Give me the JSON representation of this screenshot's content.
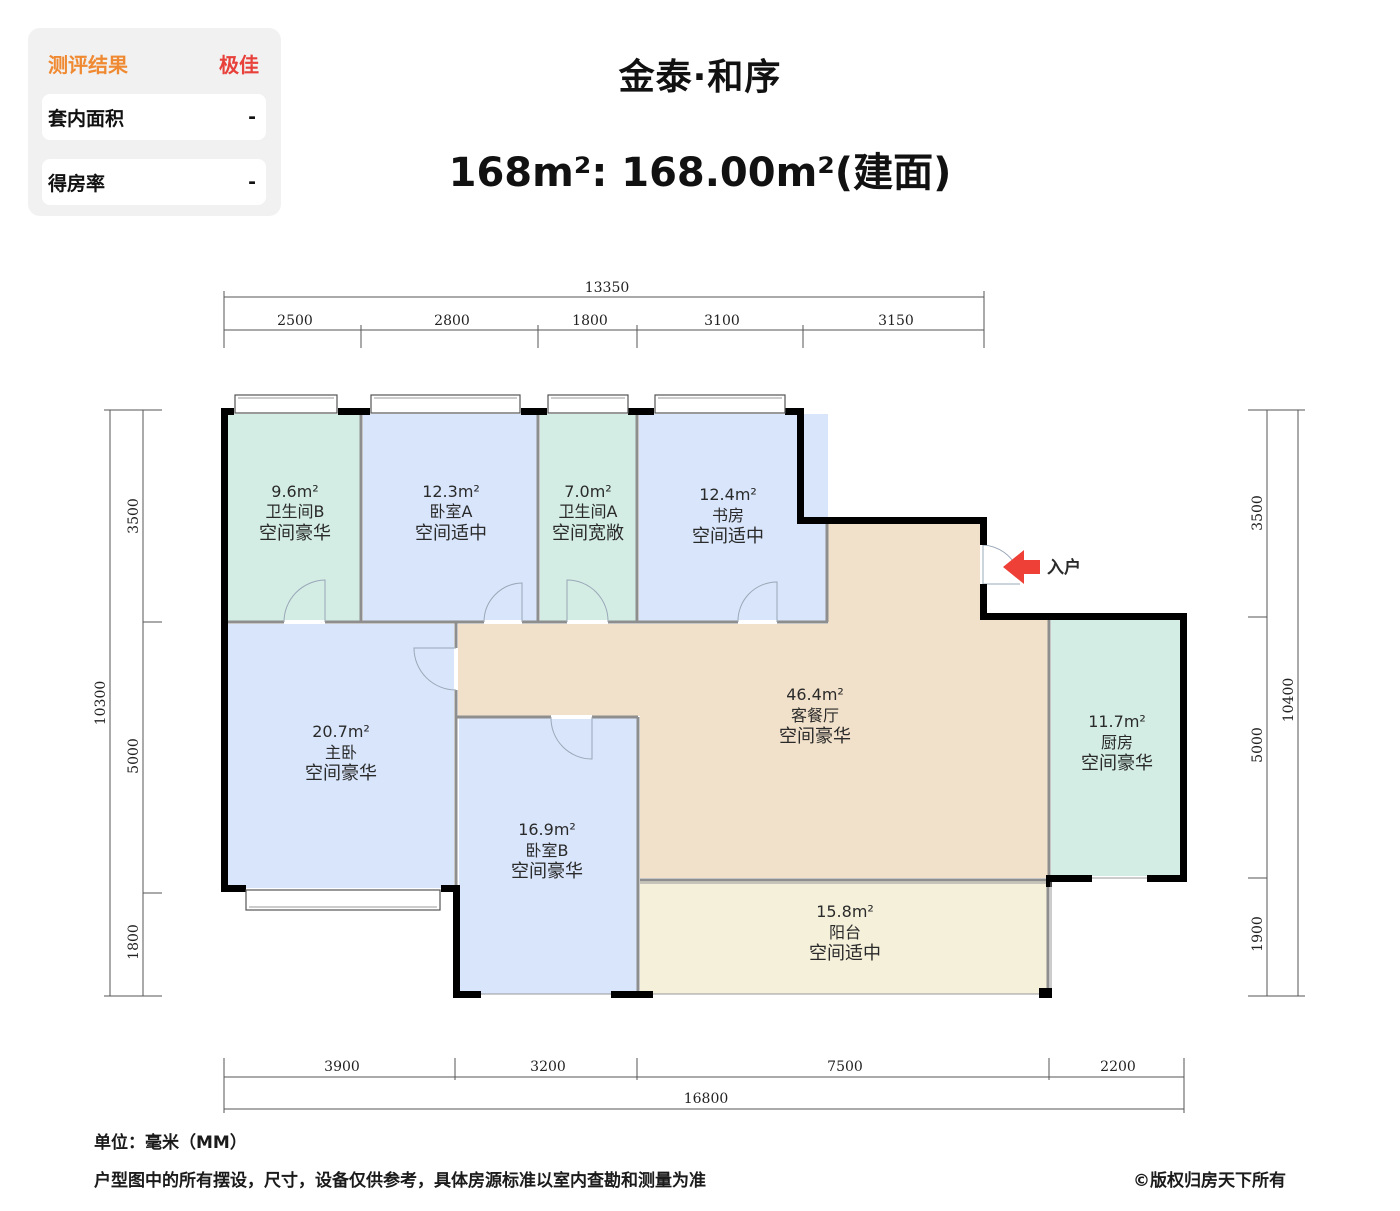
{
  "evaluation": {
    "header_label": "测评结果",
    "header_value": "极佳",
    "rows": [
      {
        "label": "套内面积",
        "value": "-"
      },
      {
        "label": "得房率",
        "value": "-"
      }
    ],
    "colors": {
      "label": "#f08a32",
      "value": "#e8403a"
    }
  },
  "header": {
    "title": "金泰·和序",
    "subtitle": "168m²: 168.00m²(建面)"
  },
  "dimensions": {
    "top_total": "13350",
    "top_segments": [
      "2500",
      "2800",
      "1800",
      "3100",
      "3150"
    ],
    "bottom_segments": [
      "3900",
      "3200",
      "7500",
      "2200"
    ],
    "bottom_total": "16800",
    "left_total": "10300",
    "left_segments": [
      "3500",
      "5000",
      "1800"
    ],
    "right_total": "10400",
    "right_segments": [
      "3500",
      "5000",
      "1900"
    ]
  },
  "rooms": [
    {
      "id": "bathroom-b",
      "area": "9.6m²",
      "name": "卫生间B",
      "rating": "空间豪华",
      "color": "#d3ede4"
    },
    {
      "id": "bedroom-a",
      "area": "12.3m²",
      "name": "卧室A",
      "rating": "空间适中",
      "color": "#d8e5fb"
    },
    {
      "id": "bathroom-a",
      "area": "7.0m²",
      "name": "卫生间A",
      "rating": "空间宽敞",
      "color": "#d3ede4"
    },
    {
      "id": "study",
      "area": "12.4m²",
      "name": "书房",
      "rating": "空间适中",
      "color": "#d8e5fb"
    },
    {
      "id": "master-bedroom",
      "area": "20.7m²",
      "name": "主卧",
      "rating": "空间豪华",
      "color": "#d8e5fb"
    },
    {
      "id": "living-dining",
      "area": "46.4m²",
      "name": "客餐厅",
      "rating": "空间豪华",
      "color": "#f2e1ca"
    },
    {
      "id": "bedroom-b",
      "area": "16.9m²",
      "name": "卧室B",
      "rating": "空间豪华",
      "color": "#d8e5fb"
    },
    {
      "id": "kitchen",
      "area": "11.7m²",
      "name": "厨房",
      "rating": "空间豪华",
      "color": "#d3ede4"
    },
    {
      "id": "balcony",
      "area": "15.8m²",
      "name": "阳台",
      "rating": "空间适中",
      "color": "#f4f0da"
    }
  ],
  "entrance": {
    "label": "入户",
    "arrow_color": "#ee4037",
    "icon": "left-arrow-icon"
  },
  "footer": {
    "unit": "单位：毫米（MM）",
    "note": "户型图中的所有摆设，尺寸，设备仅供参考，具体房源标准以室内查勘和测量为准",
    "copyright": "©版权归房天下所有"
  }
}
